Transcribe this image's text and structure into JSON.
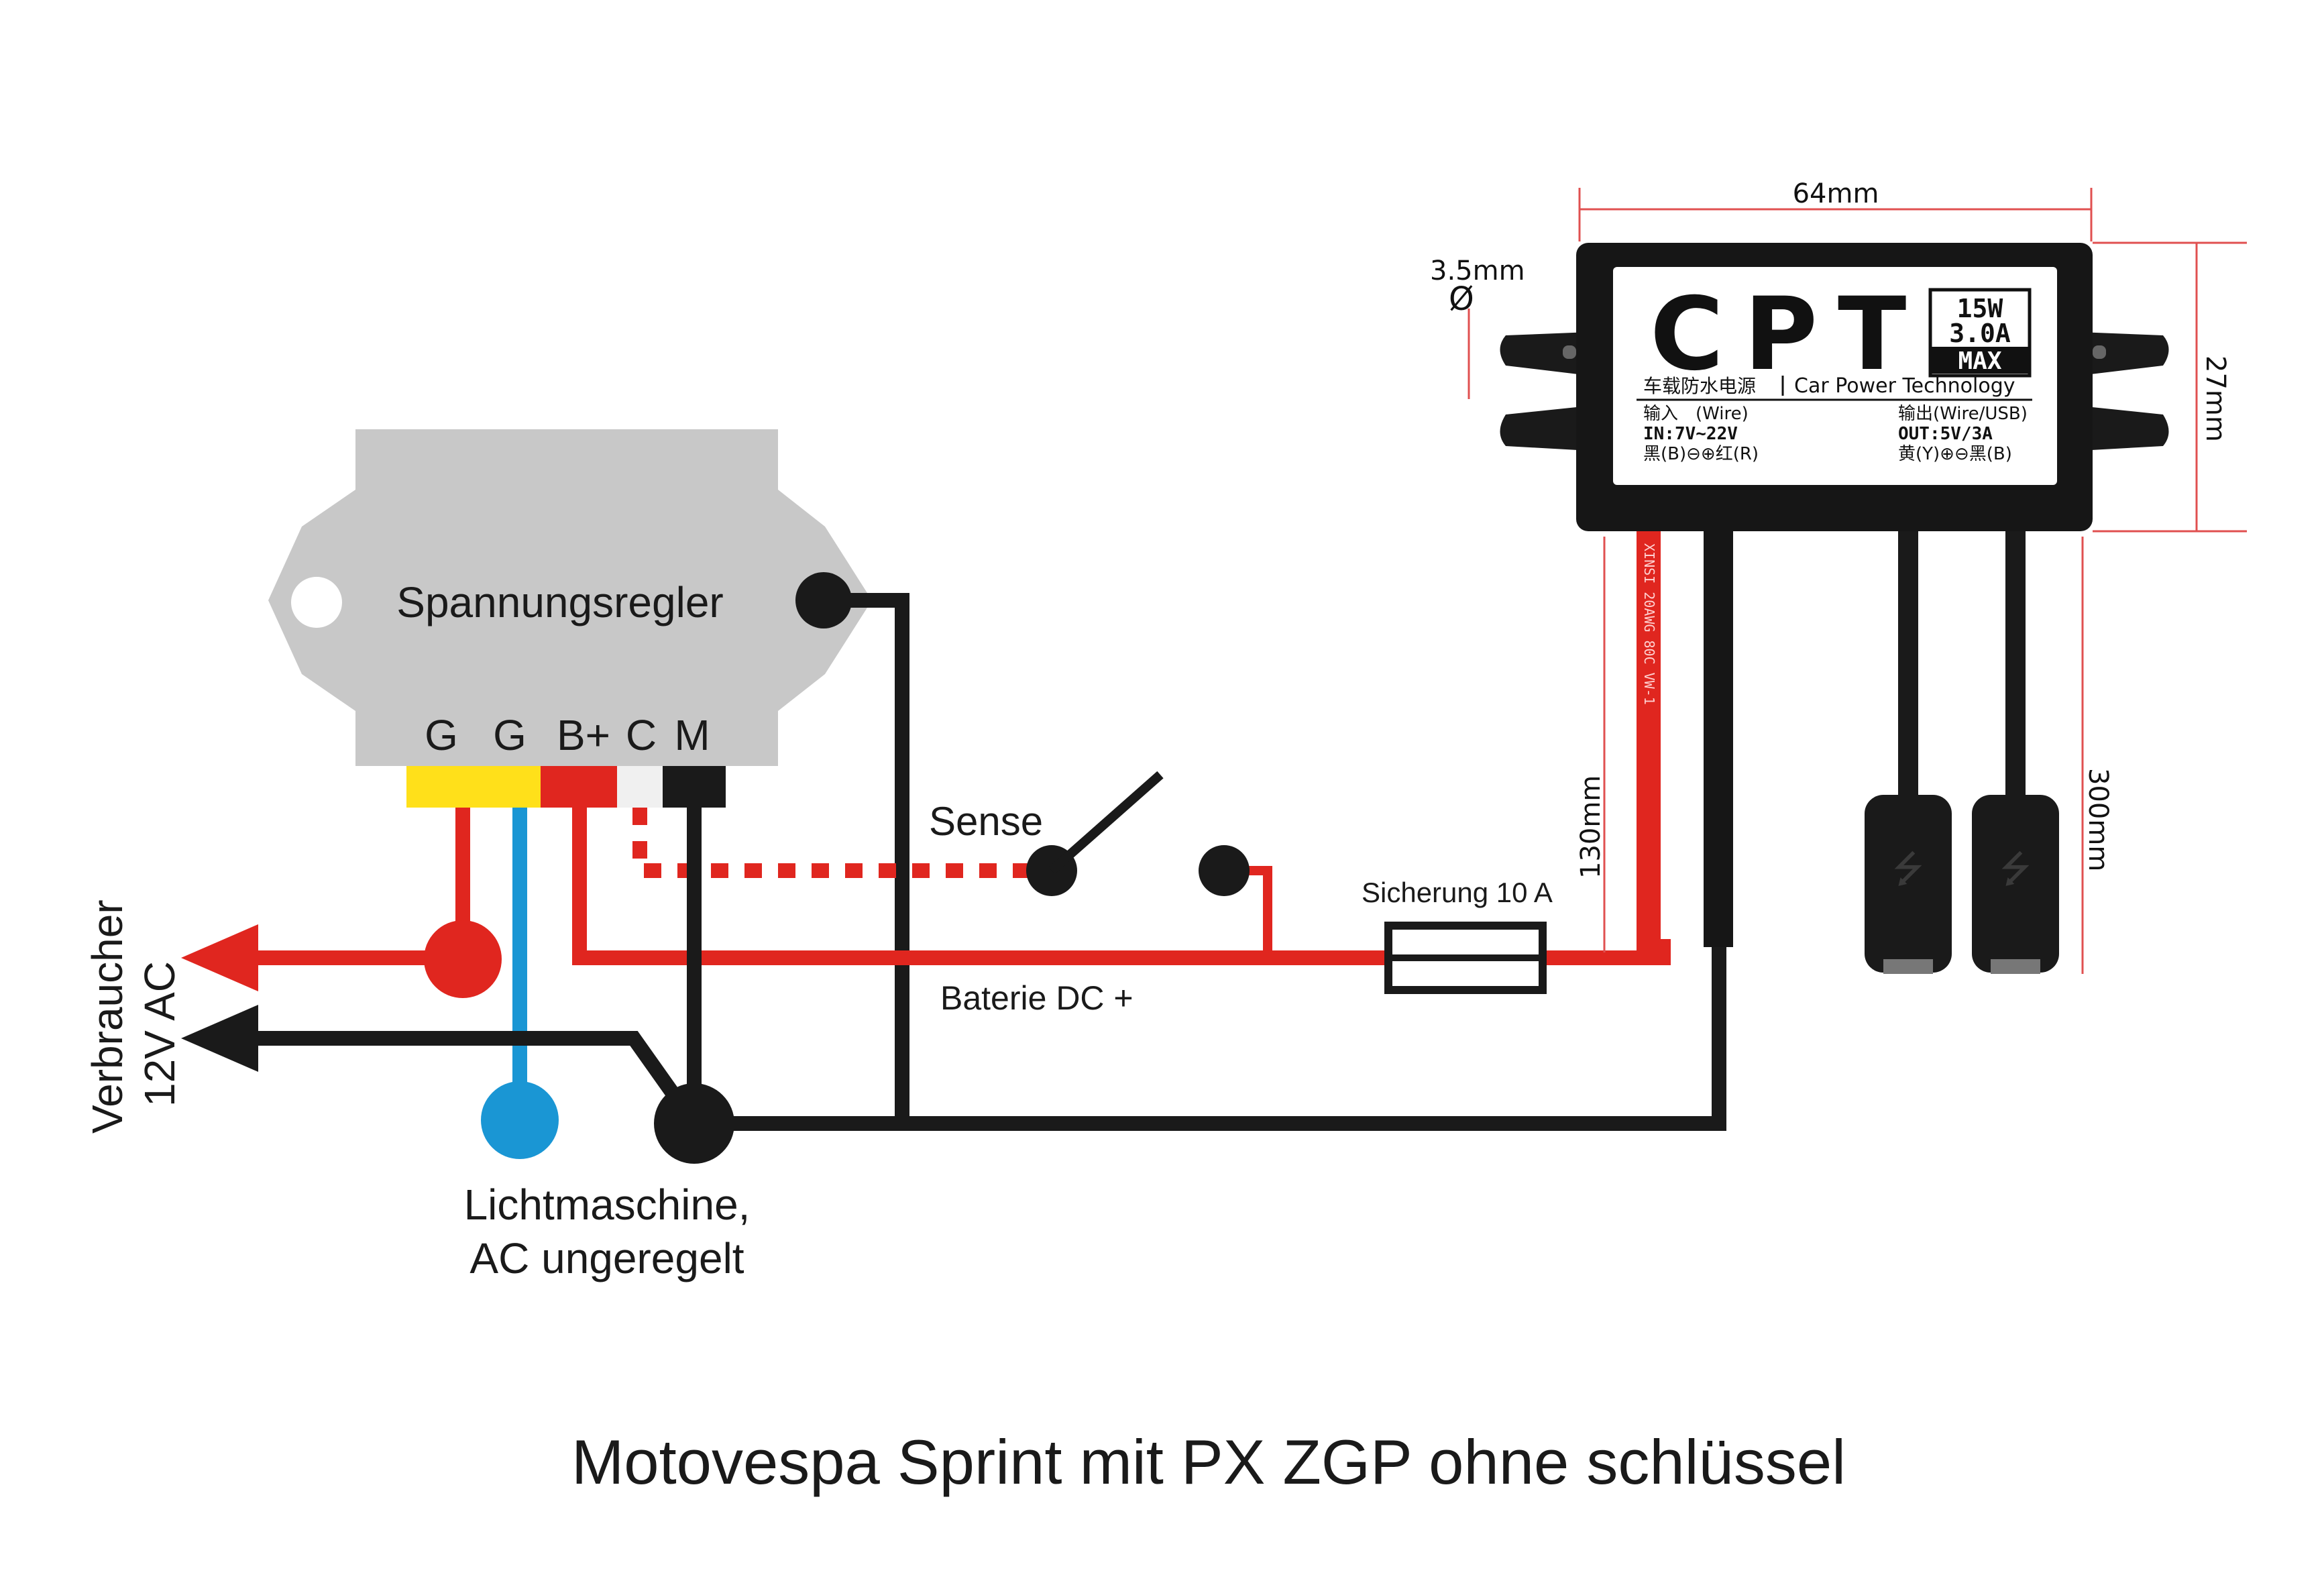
{
  "title": "Motovespa Sprint mit PX ZGP ohne schlüssel",
  "regulator": {
    "name": "Spannungsregler",
    "terminals": [
      "G",
      "G",
      "B+",
      "C",
      "M"
    ]
  },
  "labels": {
    "sense": "Sense",
    "fuse": "Sicherung 10 A",
    "battery": "Baterie DC +",
    "consumer_line1": "Verbraucher",
    "consumer_line2": "12V AC",
    "alternator_line1": "Lichtmaschine,",
    "alternator_line2": "AC ungeregelt"
  },
  "converter": {
    "logo": "CPT",
    "rating": [
      "15W",
      "3.0A",
      "MAX"
    ],
    "chinese_name": "车载防水电源",
    "brand": "Car Power Technology",
    "input_label": "输入　(Wire)",
    "input_spec": "IN:7V~22V",
    "input_polarity": "黑(B)⊖⊕红(R)",
    "output_label": "输出(Wire/USB)",
    "output_spec": "OUT:5V/3A",
    "output_polarity": "黄(Y)⊕⊖黑(B)",
    "wire_print": "XINSI 20AWG 80C VW-1"
  },
  "dimensions": {
    "width": "64mm",
    "height": "27mm",
    "hole": "3.5mm",
    "hole_symbol": "Ø",
    "input_cable": "130mm",
    "output_cable": "300mm"
  },
  "colors": {
    "red_wire": "#e0261f",
    "black_wire": "#1a1a1a",
    "blue_wire": "#1a96d4",
    "yellow_wire": "#ffe01a",
    "regulator_body": "#c8c8c8"
  }
}
